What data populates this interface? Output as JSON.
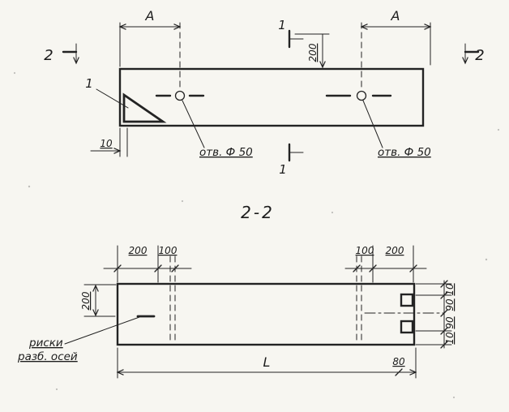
{
  "meta": {
    "background": "#f7f6f1",
    "ink": "#232323",
    "drawing_type": "beam plan and section, hand-drafted"
  },
  "top_view": {
    "dim_a_left": "A",
    "dim_a_right": "A",
    "section_mark_2_left": "2",
    "section_mark_2_right": "2",
    "section_mark_1_top": "1",
    "section_mark_1_bottom": "1",
    "detail_mark_1": "1",
    "dim_200_vertical": "200",
    "hole_label_left": "отв. Ф 50",
    "hole_label_right": "отв. Ф 50",
    "dim_10_offset": "10"
  },
  "section_view": {
    "title": "2-2",
    "dim_top_left_200": "200",
    "dim_top_left_100": "100",
    "dim_top_right_100": "100",
    "dim_top_right_200": "200",
    "dim_left_200": "200",
    "dims_right": [
      "10",
      "90",
      "90",
      "10"
    ],
    "axis_note_line1": "риски",
    "axis_note_line2": "разб. осей",
    "dim_80": "80",
    "dim_length": "L"
  }
}
